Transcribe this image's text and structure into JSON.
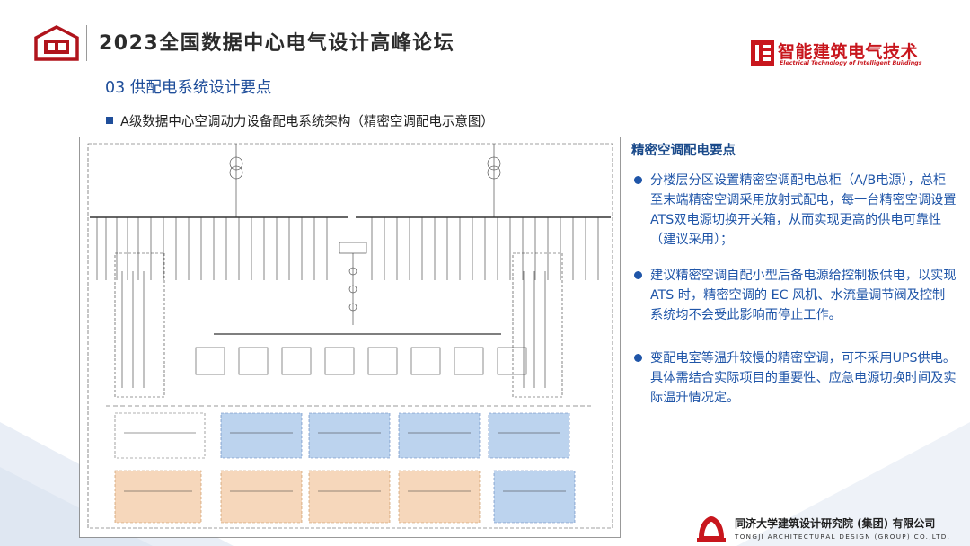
{
  "header": {
    "event_title": "2023全国数据中心电气设计高峰论坛",
    "brand_cn": "智能建筑电气技术",
    "brand_en": "Electrical Technology of Intelligent Buildings"
  },
  "section_title": "03  供配电系统设计要点",
  "subtitle": "A级数据中心空调动力设备配电系统架构（精密空调配电示意图）",
  "panel": {
    "title": "精密空调配电要点",
    "bullets": [
      "分楼层分区设置精密空调配电总柜（A/B电源），总柜至末端精密空调采用放射式配电，每一台精密空调设置ATS双电源切换开关箱，从而实现更高的供电可靠性（建议采用）；",
      "建议精密空调自配小型后备电源给控制板供电，以实现 ATS 时，精密空调的 EC 风机、水流量调节阀及控制系统均不会受此影响而停止工作。",
      "变配电室等温升较慢的精密空调，可不采用UPS供电。具体需结合实际项目的重要性、应急电源切换时间及实际温升情况定。"
    ]
  },
  "footer": {
    "company_cn": "同济大学建筑设计研究院 (集团) 有限公司",
    "company_en": "TONGJI ARCHITECTURAL DESIGN (GROUP) CO.,LTD."
  },
  "colors": {
    "accent_blue": "#1f4e9a",
    "text_blue": "#1f55a8",
    "brand_red": "#c8161d",
    "zone_blue": "#bcd3ee",
    "zone_orange": "#f6d7bb"
  }
}
